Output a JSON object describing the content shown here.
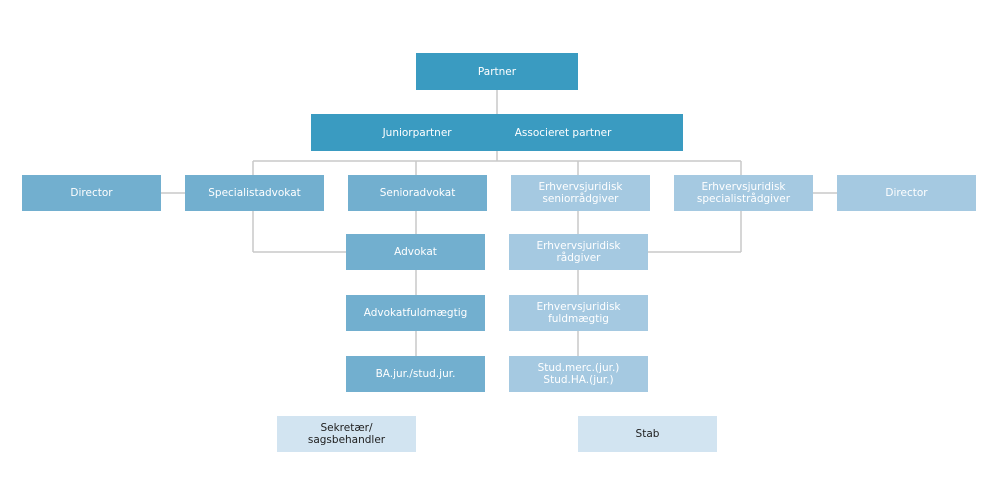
{
  "nodes": {
    "partner": "Partner",
    "juniorpartner": "Juniorpartner",
    "associeret_partner": "Associeret partner",
    "director_left": "Director",
    "specialistadvokat": "Specialistadvokat",
    "senioradvokat": "Senioradvokat",
    "erhv_senior": "Erhvervsjuridisk\nseniorrådgiver",
    "erhv_specialist": "Erhvervsjuridisk\nspecialistrådgiver",
    "director_right": "Director",
    "advokat": "Advokat",
    "erhv_raadgiver": "Erhvervsjuridisk\nrådgiver",
    "advokatfuldmaegtig": "Advokatfuldmægtig",
    "erhv_fuldmaegtig": "Erhvervsjuridisk fuldmægtig",
    "ba_stud": "BA.jur./stud.jur.",
    "stud_merc": "Stud.merc.(jur.)\nStud.HA.(jur.)",
    "sekretaer": "Sekretær/\nsagsbehandler",
    "stab": "Stab"
  },
  "colors": {
    "level1": "#3a9bc1",
    "level2": "#72afcf",
    "level3": "#a5c9e1",
    "level4": "#d2e4f1",
    "connector": "#c8c8c8"
  }
}
